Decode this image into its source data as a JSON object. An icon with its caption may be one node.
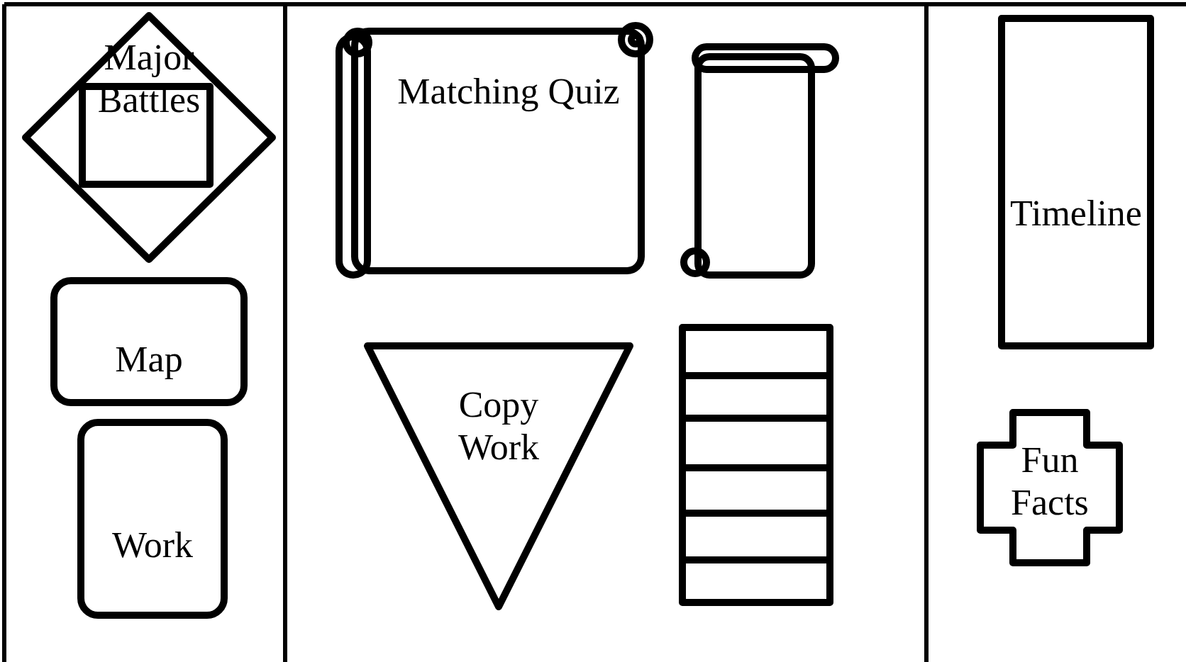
{
  "diagram": {
    "nodes": [
      {
        "text": [
          "Major Battles"
        ]
      },
      {
        "text": [],
        "shape": "box",
        "in": 0
      },
      {
        "text": [
          "Map"
        ]
      },
      {
        "text": [
          "Work"
        ]
      },
      {
        "text": [
          "Matching Quiz"
        ]
      },
      {
        "text": [],
        "shape": "scroll"
      },
      {
        "text": [
          "Copy Work"
        ]
      },
      {
        "text": [],
        "shape": "box"
      },
      {
        "text": [
          "Timeline"
        ]
      },
      {
        "text": [
          "Fun Facts"
        ]
      }
    ]
  }
}
